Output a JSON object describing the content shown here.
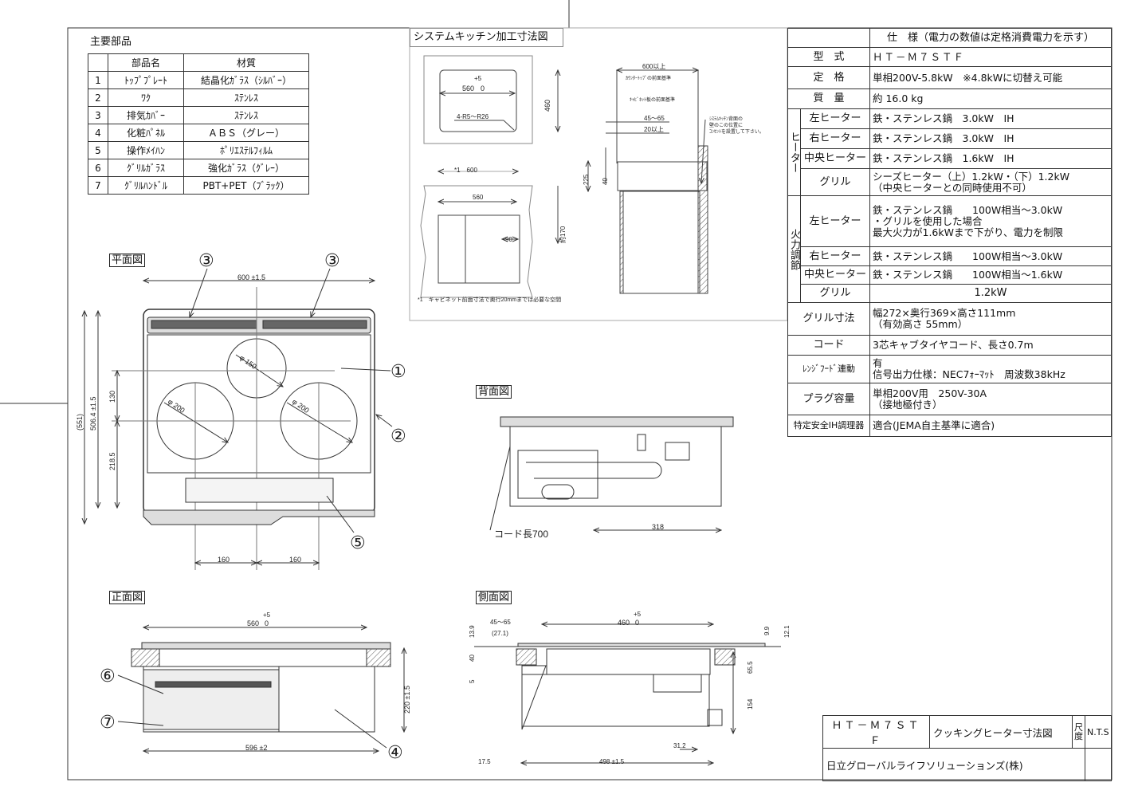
{
  "parts": {
    "title": "主要部品",
    "headers": [
      "",
      "部品名",
      "材質"
    ],
    "rows": [
      {
        "no": "1",
        "name": "ﾄｯﾌﾟﾌﾟﾚｰﾄ",
        "material": "結晶化ｶﾞﾗｽ（ｼﾙﾊﾞｰ）"
      },
      {
        "no": "2",
        "name": "ﾜｸ",
        "material": "ｽﾃﾝﾚｽ"
      },
      {
        "no": "3",
        "name": "排気ｶﾊﾞｰ",
        "material": "ｽﾃﾝﾚｽ"
      },
      {
        "no": "4",
        "name": "化粧ﾊﾟﾈﾙ",
        "material": "ＡＢＳ（グレー）"
      },
      {
        "no": "5",
        "name": "操作ﾒｲﾊﾝ",
        "material": "ﾎﾟﾘｴｽﾃﾙﾌｨﾙﾑ"
      },
      {
        "no": "6",
        "name": "ｸﾞﾘﾙｶﾞﾗｽ",
        "material": "強化ｶﾞﾗｽ（ｸﾞﾚｰ）"
      },
      {
        "no": "7",
        "name": "ｸﾞﾘﾙﾊﾝﾄﾞﾙ",
        "material": "PBT+PET（ﾌﾞﾗｯｸ）"
      }
    ]
  },
  "kitchen": {
    "title": "システムキッチン加工寸法図",
    "cutout_w": "560",
    "tol": "+5",
    "tol0": "0",
    "cutout_d": "460",
    "radius": "4-R5～R26",
    "cab_w": "*1　600",
    "cab_inner": "560",
    "outlet_h": "約170",
    "outlet_x": "90",
    "min_depth": "600以上",
    "counter_ref": "ｶｳﾝﾀｰﾄｯﾌﾟの前面基準",
    "cab_ref": "ｷｬﾋﾞﾈｯﾄ板の前面基準",
    "front_gap": "45～65",
    "min_gap": "20以上",
    "h225": "225",
    "h40": "40",
    "outlet_note": [
      "ｼｽﾃﾑｷｯﾁﾝ背面の",
      "壁のこの位置に",
      "ｺﾝｾﾝﾄを設置して下さい。"
    ],
    "footnote": "*1　キャビネット前面寸法で奥行20mmまでは必要な空間"
  },
  "spec": {
    "header": "仕　様（電力の数値は定格消費電力を示す）",
    "model_label": "型　式",
    "model": "ＨＴ－Ｍ７ＳＴＦ",
    "rating_label": "定　格",
    "rating": "単相200V-5.8kW　※4.8kWに切替え可能",
    "mass_label": "質　量",
    "mass": "約 16.0 kg",
    "heater_group": "ヒーター",
    "heaters": [
      {
        "label": "左ヒーター",
        "value": "鉄・ステンレス鍋　3.0kW　IH"
      },
      {
        "label": "右ヒーター",
        "value": "鉄・ステンレス鍋　3.0kW　IH"
      },
      {
        "label": "中央ヒーター",
        "value": "鉄・ステンレス鍋　1.6kW　IH"
      },
      {
        "label": "グリル",
        "value": "シーズヒーター（上）1.2kW・（下）1.2kW",
        "value2": "（中央ヒーターとの同時使用不可）"
      }
    ],
    "power_group": "火力調節",
    "power": [
      {
        "label": "左ヒーター",
        "value": "鉄・ステンレス鍋　　100W相当～3.0kW",
        "value2": "・グリルを使用した場合",
        "value3": "最大火力が1.6kWまで下がり、電力を制限"
      },
      {
        "label": "右ヒーター",
        "value": "鉄・ステンレス鍋　　100W相当～3.0kW"
      },
      {
        "label": "中央ヒーター",
        "value": "鉄・ステンレス鍋　　100W相当～1.6kW"
      },
      {
        "label": "グリル",
        "value": "1.2kW"
      }
    ],
    "grill_size_label": "グリル寸法",
    "grill_size": "幅272×奥行369×高さ111mm",
    "grill_size2": "（有効高さ 55mm）",
    "cord_label": "コード",
    "cord": "3芯キャブタイヤコード、長さ0.7m",
    "hood_label": "ﾚﾝｼﾞﾌｰﾄﾞ連動",
    "hood": "有",
    "hood2": "信号出力仕様：NEC7ｫｰﾏｯﾄ　周波数38kHz",
    "plug_label": "プラグ容量",
    "plug": "単相200V用　250V-30A",
    "plug2": "（接地極付き）",
    "safety_label": "特定安全IH調理器",
    "safety": "適合(JEMA自主基準に適合)"
  },
  "plan": {
    "label": "平面図",
    "width": "600 ±1.5",
    "depth_total": "(551)",
    "depth": "506.4 ±1.5",
    "d130": "130",
    "d218": "218.5",
    "phi150": "φ 150",
    "phi200": "φ 200",
    "d160": "160",
    "callouts": [
      "③",
      "③",
      "①",
      "②",
      "⑤"
    ]
  },
  "back": {
    "label": "背面図",
    "cord": "コード長700",
    "d318": "318"
  },
  "front": {
    "label": "正面図",
    "width": "560",
    "tol": "+5",
    "tol0": "0",
    "outer": "596 ±2",
    "height": "220 ±1.5",
    "callouts": [
      "⑥",
      "⑦",
      "④"
    ]
  },
  "side": {
    "label": "側面図",
    "gap": "45～65",
    "d27": "(27.1)",
    "d460": "460",
    "tol": "+5",
    "tol0": "0",
    "d13": "13.9",
    "d40": "40",
    "d5": "5",
    "d99": "9.9",
    "d121": "12.1",
    "d655": "65.5",
    "d154": "154",
    "d312": "31.2",
    "d175": "17.5",
    "d498": "498 ±1.5"
  },
  "title_block": {
    "model": "ＨＴ－Ｍ７ＳＴＦ",
    "drawing": "クッキングヒーター寸法図",
    "scale_label": "尺度",
    "scale": "N.T.S",
    "company": "日立グローバルライフソリューションズ(株)"
  }
}
